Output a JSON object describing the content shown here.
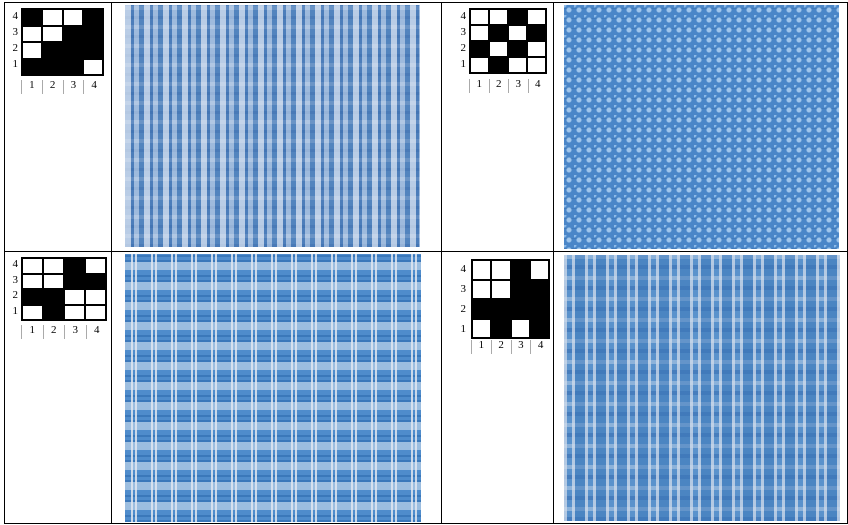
{
  "drafts": [
    {
      "rows": [
        "4",
        "3",
        "2",
        "1"
      ],
      "cols": [
        "1",
        "2",
        "3",
        "4"
      ],
      "pattern": [
        [
          1,
          0,
          0,
          1
        ],
        [
          0,
          0,
          1,
          1
        ],
        [
          0,
          1,
          1,
          1
        ],
        [
          1,
          1,
          1,
          0
        ]
      ]
    },
    {
      "rows": [
        "4",
        "3",
        "2",
        "1"
      ],
      "cols": [
        "1",
        "2",
        "3",
        "4"
      ],
      "pattern": [
        [
          0,
          0,
          1,
          0
        ],
        [
          0,
          1,
          0,
          1
        ],
        [
          1,
          0,
          1,
          0
        ],
        [
          0,
          1,
          0,
          0
        ]
      ]
    },
    {
      "rows": [
        "4",
        "3",
        "2",
        "1"
      ],
      "cols": [
        "1",
        "2",
        "3",
        "4"
      ],
      "pattern": [
        [
          0,
          0,
          1,
          0
        ],
        [
          0,
          0,
          1,
          1
        ],
        [
          1,
          1,
          0,
          0
        ],
        [
          0,
          1,
          0,
          0
        ]
      ]
    },
    {
      "rows": [
        "4",
        "3",
        "2",
        "1"
      ],
      "cols": [
        "1",
        "2",
        "3",
        "4"
      ],
      "pattern": [
        [
          0,
          0,
          1,
          0
        ],
        [
          0,
          0,
          1,
          1
        ],
        [
          1,
          1,
          1,
          1
        ],
        [
          0,
          1,
          0,
          1
        ]
      ]
    }
  ],
  "fabric_colors": {
    "light_blue": "#5f90c8",
    "medium_blue": "#4a86c8",
    "thread_white": "#dfe7f2"
  }
}
